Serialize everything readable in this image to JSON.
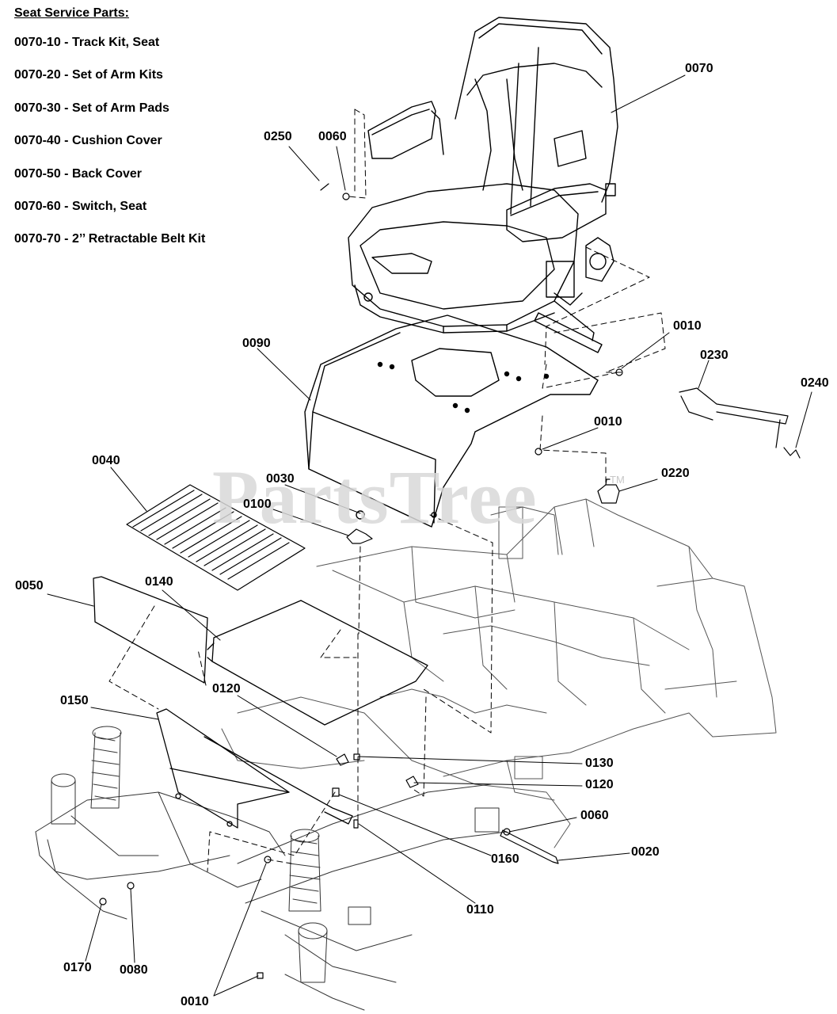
{
  "legend": {
    "title": "Seat Service Parts:",
    "items": [
      "0070-10 - Track Kit, Seat",
      "0070-20 - Set of Arm Kits",
      "0070-30 - Set of Arm Pads",
      "0070-40 - Cushion Cover",
      "0070-50 - Back Cover",
      "0070-60 - Switch, Seat",
      "0070-70 - 2’’ Retractable Belt Kit"
    ]
  },
  "watermark": {
    "text": "PartsTree",
    "tm": "TM"
  },
  "callouts": {
    "c0070": "0070",
    "c0250": "0250",
    "c0060_top": "0060",
    "c0010_right": "0010",
    "c0230": "0230",
    "c0240": "0240",
    "c0090": "0090",
    "c0010_mid": "0010",
    "c0220": "0220",
    "c0040": "0040",
    "c0030": "0030",
    "c0100": "0100",
    "c0050": "0050",
    "c0140": "0140",
    "c0120_upper": "0120",
    "c0150": "0150",
    "c0130": "0130",
    "c0120_lower": "0120",
    "c0060_bottom": "0060",
    "c0020": "0020",
    "c0160": "0160",
    "c0110": "0110",
    "c0170": "0170",
    "c0080": "0080",
    "c0010_bottom": "0010"
  },
  "colors": {
    "line": "#000000",
    "watermark": "#d9d9d9",
    "background": "#ffffff"
  }
}
